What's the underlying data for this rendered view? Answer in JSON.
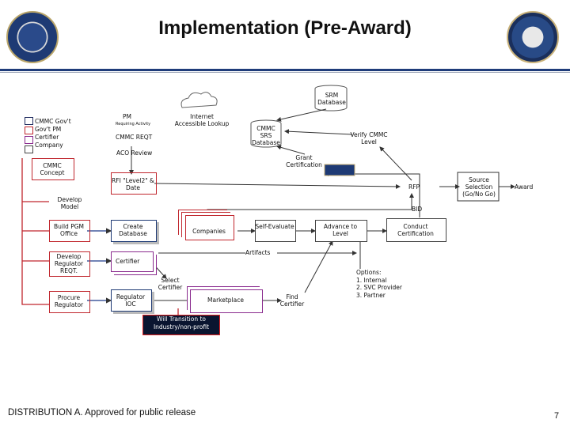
{
  "title": "Implementation (Pre-Award)",
  "legend": [
    "CMMC Gov't",
    "Gov't PM",
    "Certifier",
    "Company"
  ],
  "legend_colors": [
    "#1e2a5e",
    "#c0262d",
    "#8a2b8e",
    "#444444"
  ],
  "nodes": {
    "srm_database": "SRM Database",
    "pm": "PM",
    "requiring_activity": "Requiring Activity",
    "internet_lookup": "Internet Accessible Lookup",
    "cmmc_srs_database": "CMMC SRS Database",
    "verify_cmmc_level": "Verify CMMC Level",
    "cmmc_reqt": "CMMC REQT",
    "aco_review": "ACO Review",
    "grant_certification": "Grant Certification",
    "cmmc_concept": "CMMC Concept",
    "rfi_level": "RFI \"Level2\" & Date",
    "rfp": "RFP",
    "source_selection": "Source Selection (Go/No Go)",
    "award": "Award",
    "develop_model": "Develop Model",
    "bid": "BID",
    "build_pgm_office": "Build PGM Office",
    "create_database": "Create Database",
    "companies": "Companies",
    "self_evaluate": "Self-Evaluate",
    "advance_to_level": "Advance to Level",
    "conduct_certification": "Conduct Certification",
    "artifacts": "Artifacts",
    "develop_regulator_reqt": "Develop Regulator REQT.",
    "certifier": "Certifier",
    "select_certifier": "Select Certifier",
    "options": "Options:\n1. Internal\n2. SVC Provider\n3. Partner",
    "procure_regulator": "Procure Regulator",
    "regulator_ioc": "Regulator IOC",
    "marketplace": "Marketplace",
    "find_certifier": "Find Certifier",
    "transition": "Will Transition to Industry/non-profit"
  },
  "footer": "DISTRIBUTION A.  Approved for public release",
  "page_number": "7"
}
